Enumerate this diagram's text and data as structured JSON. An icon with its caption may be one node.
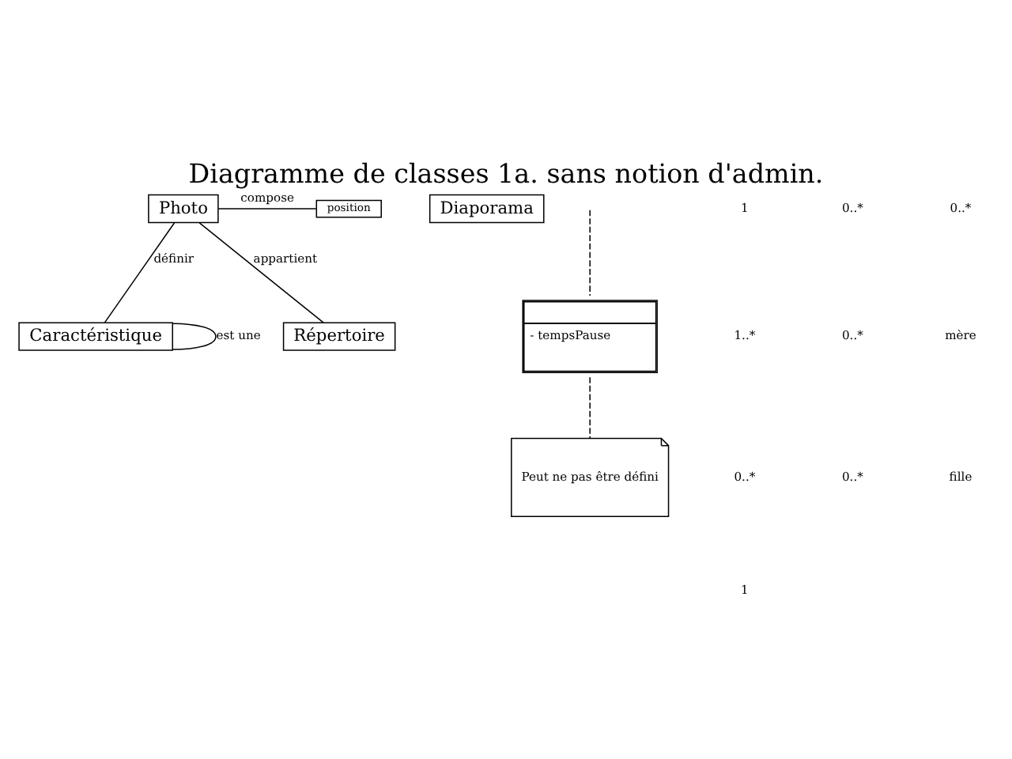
{
  "diagram": {
    "title": "Diagramme de classes 1a. sans notion d'admin.",
    "nodes": [
      {
        "text": [
          "Photo"
        ]
      },
      {
        "text": [
          "position"
        ]
      },
      {
        "text": [
          "Diaporama"
        ]
      },
      {
        "text": [
          "Caractéristique"
        ]
      },
      {
        "text": [
          "Répertoire"
        ]
      },
      {
        "text": [
          "- tempsPause"
        ]
      },
      {
        "text": [
          "Peut ne pas être défini"
        ]
      }
    ],
    "edges": [
      {
        "from": 0,
        "to": 1,
        "arrow": "none",
        "label": "compose"
      },
      {
        "from": 0,
        "to": 3,
        "arrow": "none",
        "label": "définir"
      },
      {
        "from": 0,
        "to": 4,
        "arrow": "none",
        "label": "appartient"
      },
      {
        "from": 3,
        "to": 3,
        "arrow": "none",
        "label": "est une"
      },
      {
        "from": null,
        "to": 5,
        "arrow": "none",
        "style": "dashed"
      },
      {
        "from": 5,
        "to": 6,
        "arrow": "none",
        "style": "dashed"
      }
    ],
    "labels": [
      "1",
      "0..*",
      "0..*",
      "1..*",
      "0..*",
      "mère",
      "0..*",
      "0..*",
      "fille",
      "1"
    ]
  }
}
